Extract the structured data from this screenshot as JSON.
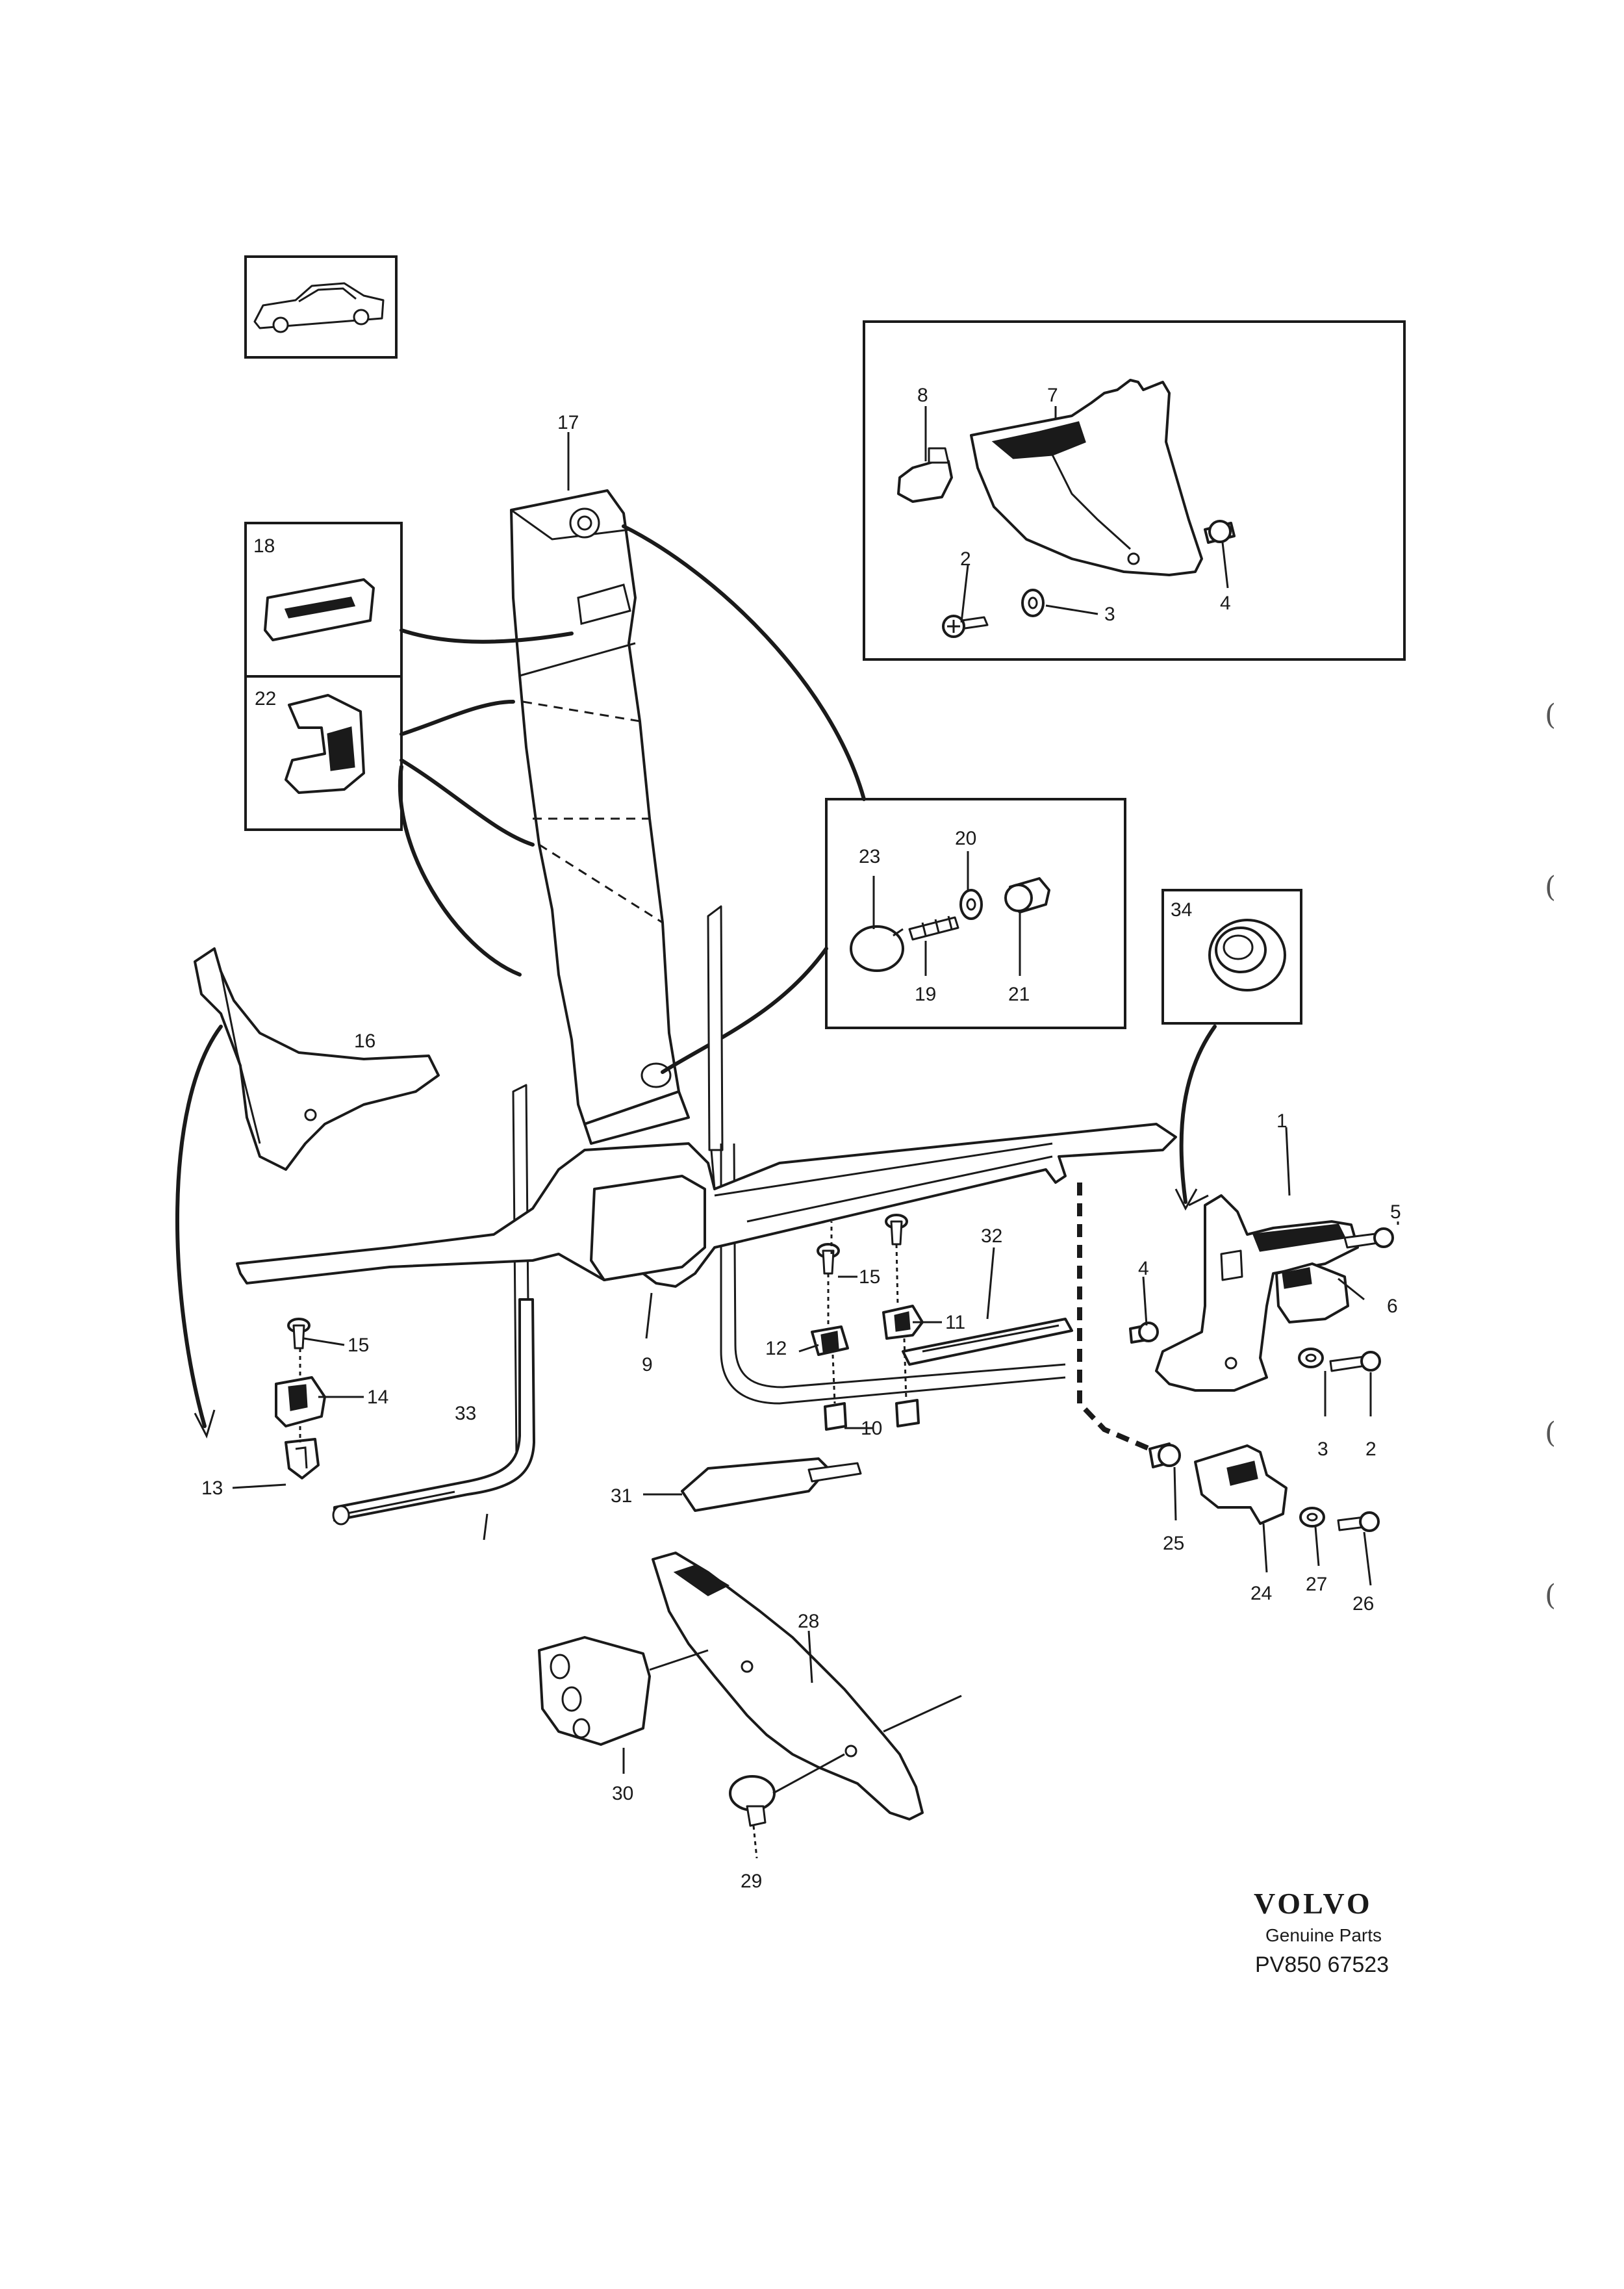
{
  "brand": {
    "name": "VOLVO",
    "tagline": "Genuine Parts",
    "code": "PV850 67523"
  },
  "callouts": {
    "c1": "1",
    "c2a": "2",
    "c2b": "2",
    "c3a": "3",
    "c3b": "3",
    "c4a": "4",
    "c4b": "4",
    "c5": "5",
    "c6": "6",
    "c7": "7",
    "c8": "8",
    "c9": "9",
    "c10": "10",
    "c11": "11",
    "c12": "12",
    "c13": "13",
    "c14": "14",
    "c15a": "15",
    "c15b": "15",
    "c16": "16",
    "c17": "17",
    "c18": "18",
    "c19": "19",
    "c20": "20",
    "c21": "21",
    "c22": "22",
    "c23": "23",
    "c24": "24",
    "c25": "25",
    "c26": "26",
    "c27": "27",
    "c28": "28",
    "c29": "29",
    "c30": "30",
    "c31": "31",
    "c32": "32",
    "c33": "33",
    "c34": "34"
  },
  "margin_marks": [
    "(",
    "(",
    "(",
    "("
  ]
}
